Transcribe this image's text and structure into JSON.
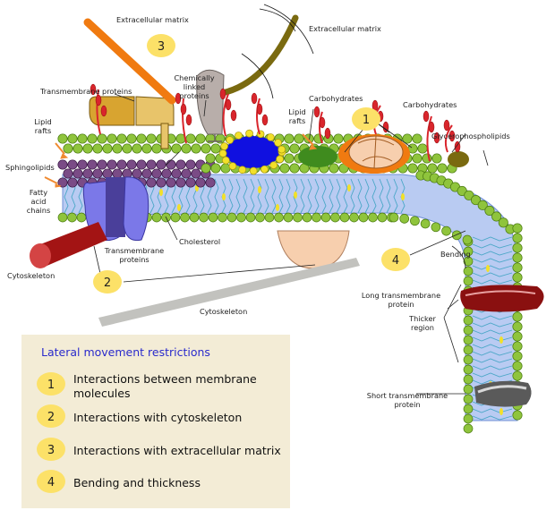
{
  "labels": {
    "extracellular_matrix_top": "Extracellular matrix",
    "extracellular_matrix_right": "Extracellular matrix",
    "transmembrane_proteins_top": "Transmembrane proteins",
    "chemically_linked_1": "Chemically",
    "chemically_linked_2": "linked",
    "chemically_linked_3": "proteins",
    "lipid_rafts_left_1": "Lipid",
    "lipid_rafts_left_2": "rafts",
    "lipid_rafts_mid_1": "Lipid",
    "lipid_rafts_mid_2": "rafts",
    "carbohydrates_mid": "Carbohydrates",
    "carbohydrates_right": "Carbohydrates",
    "glycerophospholipids": "Glycerophospholipids",
    "sphingolipids": "Sphingolipids",
    "fatty_acid_1": "Fatty",
    "fatty_acid_2": "acid",
    "fatty_acid_3": "chains",
    "transmembrane_proteins_bottom_1": "Transmembrane",
    "transmembrane_proteins_bottom_2": "proteins",
    "cholesterol": "Cholesterol",
    "cytoskeleton_left": "Cytoskeleton",
    "cytoskeleton_bottom": "Cytoskeleton",
    "bending": "Bending",
    "long_tm_1": "Long transmembrane",
    "long_tm_2": "protein",
    "thicker_1": "Thicker",
    "thicker_2": "region",
    "short_tm_1": "Short transmembrane",
    "short_tm_2": "protein"
  },
  "badges": {
    "b1": "1",
    "b2": "2",
    "b3": "3",
    "b4": "4"
  },
  "legend": {
    "title": "Lateral movement restrictions",
    "items": [
      {
        "num": "1",
        "text_line1": "Interactions between membrane",
        "text_line2": "molecules"
      },
      {
        "num": "2",
        "text_line1": "Interactions with cytoskeleton",
        "text_line2": ""
      },
      {
        "num": "3",
        "text_line1": "Interactions with extracellular matrix",
        "text_line2": ""
      },
      {
        "num": "4",
        "text_line1": "Bending and thickness",
        "text_line2": ""
      }
    ]
  },
  "colors": {
    "lipid_head": "#8fc43c",
    "lipid_head_stroke": "#4a7a10",
    "bilayer_fill": "#b9cbf2",
    "tail_line": "#4aa7c7",
    "badge": "#fce168",
    "legend_bg": "#f3ecd6",
    "protein_blue": "#7b78e8",
    "protein_dark": "#4a3f9a",
    "carb_red": "#d9252c",
    "matrix_orange": "#f07a10",
    "matrix_olive": "#7a6a10",
    "cytoskeleton_red": "#a31414",
    "cytoskeleton_gray": "#c2c2be",
    "sphingolipid": "#7a4b86",
    "raft_blue": "#1010e0",
    "raft_green": "#3f8b1e",
    "raft_orange": "#f07a10",
    "tan_protein": "#e8c46a",
    "gray_protein": "#b8aeaa",
    "peach": "#f7cfae"
  }
}
